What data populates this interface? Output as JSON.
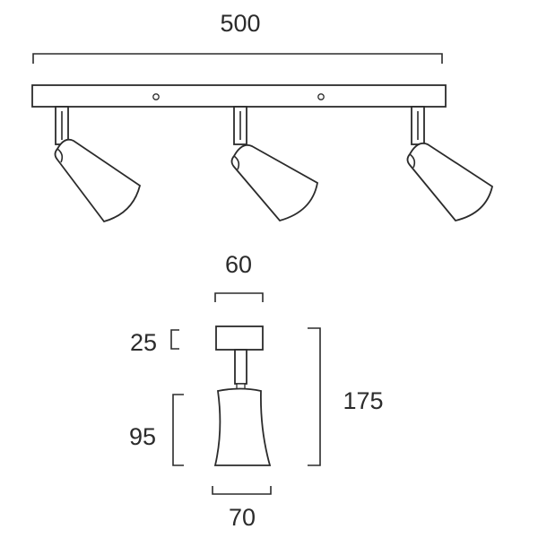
{
  "dimensions": {
    "bar_length": "500",
    "base_width": "60",
    "base_height": "25",
    "shade_height": "95",
    "total_height": "175",
    "shade_width": "70"
  }
}
